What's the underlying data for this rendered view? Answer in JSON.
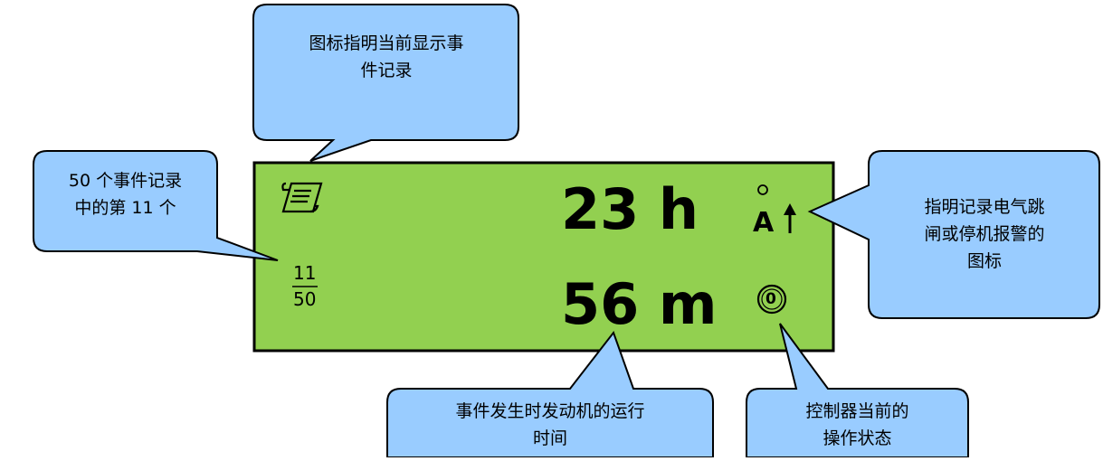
{
  "callouts": {
    "icon_event_log": "图标指明当前显示事\n件记录",
    "event_index": "50 个事件记录\n中的第 11 个",
    "trip_icon": "指明记录电气跳\n闸或停机报警的\n图标",
    "runtime": "事件发生时发动机的运行\n时间",
    "controller_state": "控制器当前的\n操作状态"
  },
  "display": {
    "hours_value": "23 h",
    "minutes_value": "56 m",
    "event_number": "11",
    "event_total": "50",
    "mode_symbol": "0",
    "background_color": "#92d050"
  },
  "icons": {
    "log": "scroll-log-icon",
    "trip": "alarm-trip-icon",
    "mode": "controller-state-icon"
  }
}
